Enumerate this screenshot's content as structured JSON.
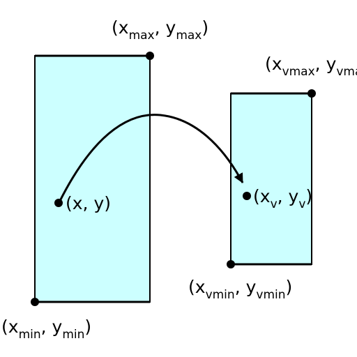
{
  "colors": {
    "window_fill": "#ccffff",
    "stroke": "#000000",
    "background": "#ffffff"
  },
  "labels": {
    "xmax": {
      "open": "(x",
      "s1": "max",
      "mid": ", y",
      "s2": "max",
      "close": ")"
    },
    "xmin": {
      "open": "(x",
      "s1": "min",
      "mid": ", y",
      "s2": "min",
      "close": ")"
    },
    "point": "(x, y)",
    "xvmax": {
      "open": "(x",
      "s1": "vmax",
      "mid": ", y",
      "s2": "vmax",
      "close": ")"
    },
    "xvmin": {
      "open": "(x",
      "s1": "vmin",
      "mid": ", y",
      "s2": "vmin",
      "close": ")"
    },
    "vpoint": {
      "open": "(x",
      "s1": "v",
      "mid": ", y",
      "s2": "v",
      "close": ")"
    }
  }
}
